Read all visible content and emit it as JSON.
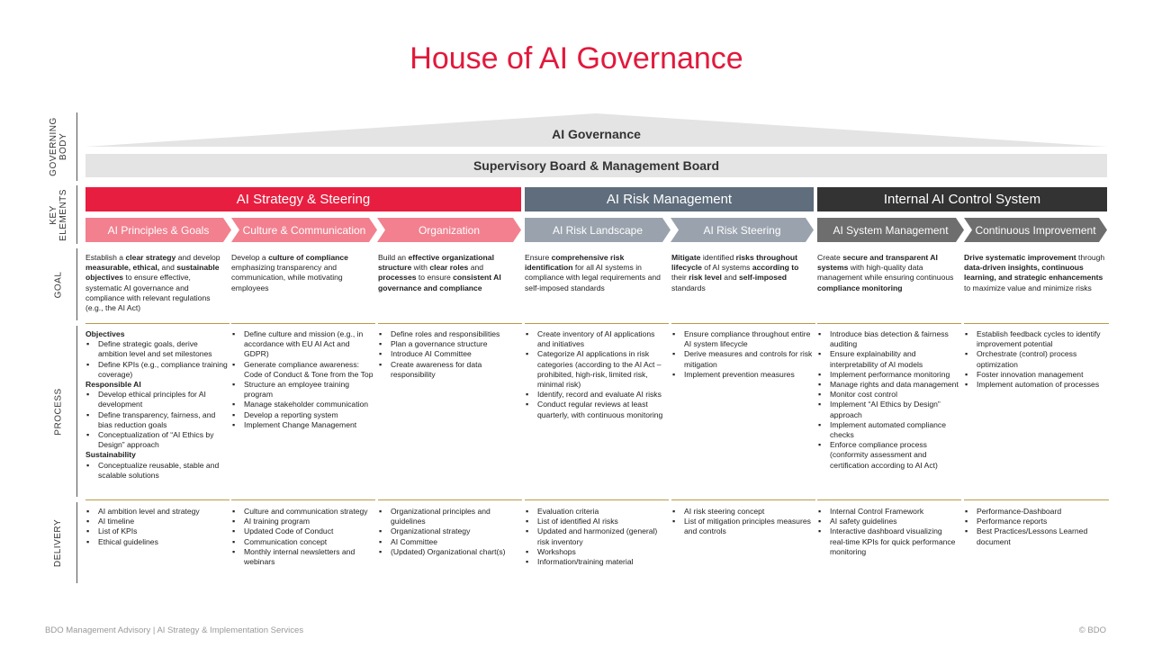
{
  "title": "House of AI Governance",
  "colors": {
    "brand_red": "#e1193c",
    "strategy_dark": "#e81e40",
    "strategy_light": "#f2808f",
    "risk_dark": "#5f6d7c",
    "risk_light": "#9aa3ad",
    "control_dark": "#333333",
    "control_light": "#6e6e6e",
    "governance_gray": "#e4e4e4"
  },
  "row_labels": {
    "governing_body": "GOVERNING\nBODY",
    "key_elements": "KEY\nELEMENTS",
    "goal": "GOAL",
    "process": "PROCESS",
    "delivery": "DELIVERY"
  },
  "governance": {
    "roof_label": "AI Governance",
    "board_label": "Supervisory Board & Management Board"
  },
  "pillars": [
    {
      "label": "AI Strategy & Steering"
    },
    {
      "label": "AI Risk Management"
    },
    {
      "label": "Internal AI Control System"
    }
  ],
  "sub_elements": [
    {
      "label": "AI Principles & Goals"
    },
    {
      "label": "Culture & Communication"
    },
    {
      "label": "Organization"
    },
    {
      "label": "AI Risk Landscape"
    },
    {
      "label": "AI Risk Steering"
    },
    {
      "label": "AI System Management"
    },
    {
      "label": "Continuous Improvement"
    }
  ],
  "columns": [
    {
      "goal": [
        {
          "t": "Establish a "
        },
        {
          "t": "clear strategy",
          "b": true
        },
        {
          "t": " and develop "
        },
        {
          "t": "measurable, ethical,",
          "b": true
        },
        {
          "t": " and "
        },
        {
          "t": "sustainable objectives",
          "b": true
        },
        {
          "t": " to ensure effective, systematic AI governance and compliance with relevant regulations (e.g., the AI Act)"
        }
      ],
      "process": [
        {
          "head": "Objectives",
          "items": [
            "Define strategic goals, derive ambition level and set milestones",
            "Define KPIs (e.g., compliance training coverage)"
          ]
        },
        {
          "head": "Responsible AI",
          "items": [
            "Develop ethical principles for AI development",
            "Define transparency, fairness, and bias reduction goals",
            "Conceptualization of “AI Ethics by Design” approach"
          ]
        },
        {
          "head": "Sustainability",
          "items": [
            "Conceptualize reusable, stable and scalable solutions"
          ]
        }
      ],
      "delivery": [
        "AI ambition level and strategy",
        "AI timeline",
        "List of KPIs",
        "Ethical guidelines"
      ]
    },
    {
      "goal": [
        {
          "t": "Develop a "
        },
        {
          "t": "culture of compliance",
          "b": true
        },
        {
          "t": " emphasizing transparency and communication, while motivating employees"
        }
      ],
      "process": [
        {
          "head": "",
          "items": [
            "Define culture and mission (e.g., in accordance with EU AI Act and GDPR)",
            "Generate compliance awareness: Code of Conduct & Tone from the Top",
            "Structure an employee training program",
            "Manage stakeholder communication",
            "Develop a reporting system",
            "Implement Change Management"
          ]
        }
      ],
      "delivery": [
        "Culture and communication strategy",
        "AI training program",
        "Updated Code of Conduct",
        "Communication concept",
        "Monthly internal newsletters and webinars"
      ]
    },
    {
      "goal": [
        {
          "t": "Build an "
        },
        {
          "t": "effective organizational structure",
          "b": true
        },
        {
          "t": " with "
        },
        {
          "t": "clear roles",
          "b": true
        },
        {
          "t": " and "
        },
        {
          "t": "processes",
          "b": true
        },
        {
          "t": " to ensure "
        },
        {
          "t": "consistent AI governance and compliance",
          "b": true
        }
      ],
      "process": [
        {
          "head": "",
          "items": [
            "Define roles and responsibilities",
            "Plan a governance structure",
            "Introduce AI Committee",
            "Create awareness for data responsibility"
          ]
        }
      ],
      "delivery": [
        "Organizational principles and guidelines",
        "Organizational strategy",
        "AI Committee",
        "(Updated) Organizational chart(s)"
      ]
    },
    {
      "goal": [
        {
          "t": "Ensure "
        },
        {
          "t": "comprehensive risk identification",
          "b": true
        },
        {
          "t": " for all AI systems in compliance with legal requirements and self-imposed standards"
        }
      ],
      "process": [
        {
          "head": "",
          "items": [
            "Create inventory of AI applications and initiatives",
            "Categorize AI applications in risk categories (according to the AI Act – prohibited, high-risk, limited risk, minimal risk)",
            "Identify, record and evaluate AI risks",
            "Conduct regular reviews at least quarterly, with continuous monitoring"
          ]
        }
      ],
      "delivery": [
        "Evaluation criteria",
        "List of identified AI risks",
        "Updated and harmonized (general) risk inventory",
        "Workshops",
        "Information/training material"
      ]
    },
    {
      "goal": [
        {
          "t": "Mitigate",
          "b": true
        },
        {
          "t": " identified "
        },
        {
          "t": "risks throughout lifecycle",
          "b": true
        },
        {
          "t": " of AI systems "
        },
        {
          "t": "according to",
          "b": true
        },
        {
          "t": " their "
        },
        {
          "t": "risk level",
          "b": true
        },
        {
          "t": " and "
        },
        {
          "t": "self-imposed",
          "b": true
        },
        {
          "t": " standards"
        }
      ],
      "process": [
        {
          "head": "",
          "items": [
            "Ensure compliance throughout entire AI system lifecycle",
            "Derive measures and controls for risk mitigation",
            "Implement prevention measures"
          ]
        }
      ],
      "delivery": [
        "AI risk steering concept",
        "List of mitigation principles measures and controls"
      ]
    },
    {
      "goal": [
        {
          "t": "Create "
        },
        {
          "t": "secure and transparent AI systems",
          "b": true
        },
        {
          "t": " with high-quality data management while ensuring continuous "
        },
        {
          "t": "compliance monitoring",
          "b": true
        }
      ],
      "process": [
        {
          "head": "",
          "items": [
            "Introduce bias detection & fairness auditing",
            "Ensure explainability and interpretability of AI models",
            "Implement performance monitoring",
            "Manage rights and data management",
            "Monitor cost control",
            "Implement “AI Ethics by Design” approach",
            "Implement automated compliance checks",
            "Enforce compliance process (conformity assessment and certification according to AI Act)"
          ]
        }
      ],
      "delivery": [
        "Internal Control Framework",
        "AI safety guidelines",
        "Interactive dashboard visualizing real-time KPIs for quick performance monitoring"
      ]
    },
    {
      "goal": [
        {
          "t": "Drive systematic improvement",
          "b": true
        },
        {
          "t": " through "
        },
        {
          "t": "data-driven insights, continuous learning, and strategic enhancements",
          "b": true
        },
        {
          "t": " to maximize value and minimize risks"
        }
      ],
      "process": [
        {
          "head": "",
          "items": [
            "Establish feedback cycles to identify improvement potential",
            "Orchestrate (control) process optimization",
            "Foster innovation management",
            "Implement automation of processes"
          ]
        }
      ],
      "delivery": [
        "Performance-Dashboard",
        "Performance reports",
        "Best Practices/Lessons Learned document"
      ]
    }
  ],
  "footer": {
    "left": "BDO Management Advisory | AI Strategy & Implementation Services",
    "right": "© BDO"
  }
}
